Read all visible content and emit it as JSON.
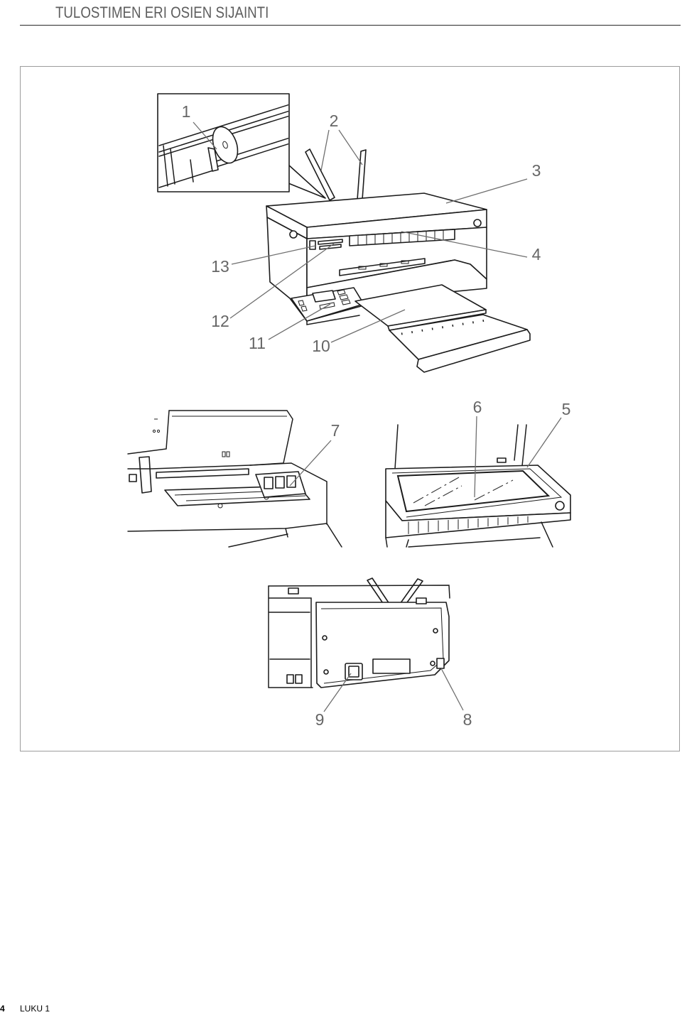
{
  "header": {
    "title": "TULOSTIMEN ERI OSIEN SIJAINTI"
  },
  "figure": {
    "callouts": [
      "1",
      "2",
      "3",
      "4",
      "5",
      "6",
      "7",
      "8",
      "9",
      "10",
      "11",
      "12",
      "13"
    ]
  },
  "footer": {
    "page_number": "4",
    "chapter": "LUKU 1"
  }
}
